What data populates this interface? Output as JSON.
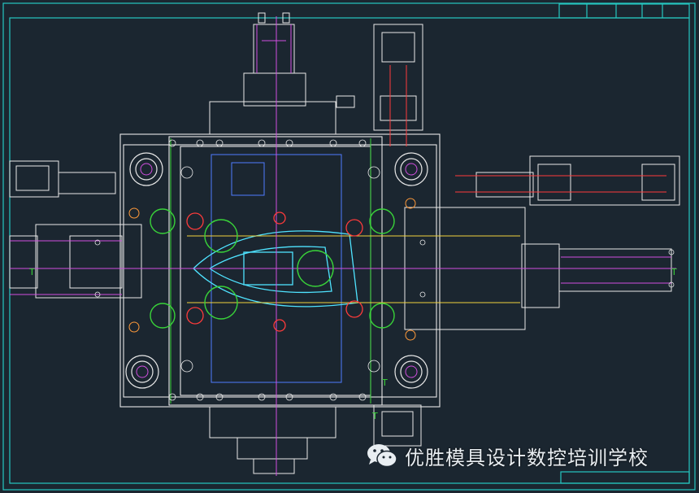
{
  "drawing": {
    "background": "#1b2630",
    "colors": {
      "frame": "#26c7c1",
      "outline": "#e8e8e8",
      "cyan": "#4fe3ff",
      "magenta": "#d24fe0",
      "red": "#ff3b3b",
      "yellow": "#f2d33b",
      "green": "#39d339",
      "blue": "#4f7cff",
      "orange": "#ff9a3a"
    },
    "marks": [
      "T",
      "T",
      "T",
      "T"
    ]
  },
  "watermark": {
    "text": "优胜模具设计数控培训学校",
    "icon": "wechat-icon"
  }
}
